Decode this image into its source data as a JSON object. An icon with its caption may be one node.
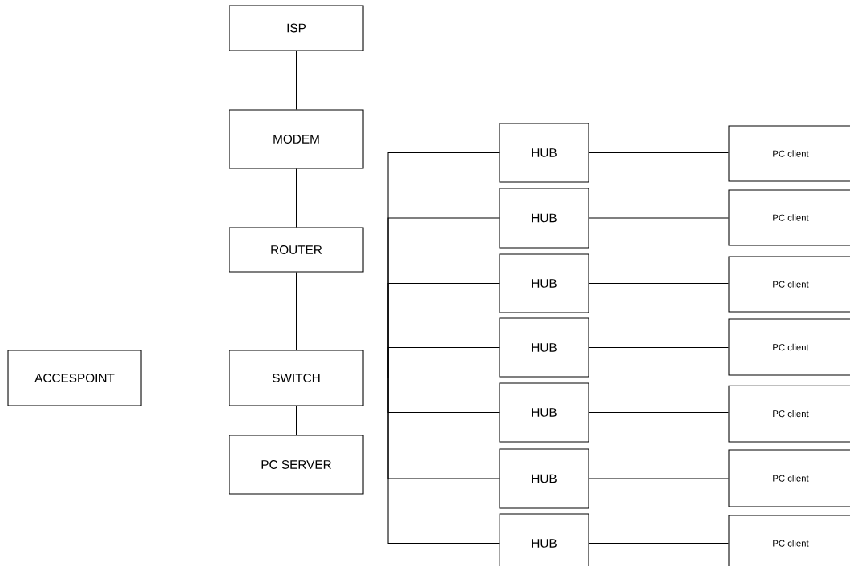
{
  "diagram": {
    "nodes": [
      {
        "text": [
          "ISP"
        ]
      },
      {
        "text": [
          "MODEM"
        ]
      },
      {
        "text": [
          "ROUTER"
        ]
      },
      {
        "text": [
          "ACCESPOINT"
        ]
      },
      {
        "text": [
          "SWITCH"
        ]
      },
      {
        "text": [
          "PC SERVER"
        ]
      },
      {
        "text": [
          "HUB"
        ]
      },
      {
        "text": [
          "PC client"
        ]
      },
      {
        "text": [
          "HUB"
        ]
      },
      {
        "text": [
          "PC client"
        ]
      },
      {
        "text": [
          "HUB"
        ]
      },
      {
        "text": [
          "PC client"
        ]
      },
      {
        "text": [
          "HUB"
        ]
      },
      {
        "text": [
          "PC client"
        ]
      },
      {
        "text": [
          "HUB"
        ]
      },
      {
        "text": [
          "PC client"
        ]
      },
      {
        "text": [
          "HUB"
        ]
      },
      {
        "text": [
          "PC client"
        ]
      },
      {
        "text": [
          "HUB"
        ]
      },
      {
        "text": [
          "PC client"
        ]
      }
    ],
    "edges": [
      {
        "from": 0,
        "to": 1,
        "arrow": "none"
      },
      {
        "from": 1,
        "to": 2,
        "arrow": "none"
      },
      {
        "from": 2,
        "to": 4,
        "arrow": "none"
      },
      {
        "from": 3,
        "to": 4,
        "arrow": "none"
      },
      {
        "from": 4,
        "to": 5,
        "arrow": "none"
      },
      {
        "from": 4,
        "to": 6,
        "arrow": "none"
      },
      {
        "from": 4,
        "to": 8,
        "arrow": "none"
      },
      {
        "from": 4,
        "to": 10,
        "arrow": "none"
      },
      {
        "from": 4,
        "to": 12,
        "arrow": "none"
      },
      {
        "from": 4,
        "to": 14,
        "arrow": "none"
      },
      {
        "from": 4,
        "to": 16,
        "arrow": "none"
      },
      {
        "from": 4,
        "to": 18,
        "arrow": "none"
      },
      {
        "from": 6,
        "to": 7,
        "arrow": "none"
      },
      {
        "from": 8,
        "to": 9,
        "arrow": "none"
      },
      {
        "from": 10,
        "to": 11,
        "arrow": "none"
      },
      {
        "from": 12,
        "to": 13,
        "arrow": "none"
      },
      {
        "from": 14,
        "to": 15,
        "arrow": "none"
      },
      {
        "from": 16,
        "to": 17,
        "arrow": "none"
      },
      {
        "from": 18,
        "to": 19,
        "arrow": "none"
      }
    ]
  }
}
